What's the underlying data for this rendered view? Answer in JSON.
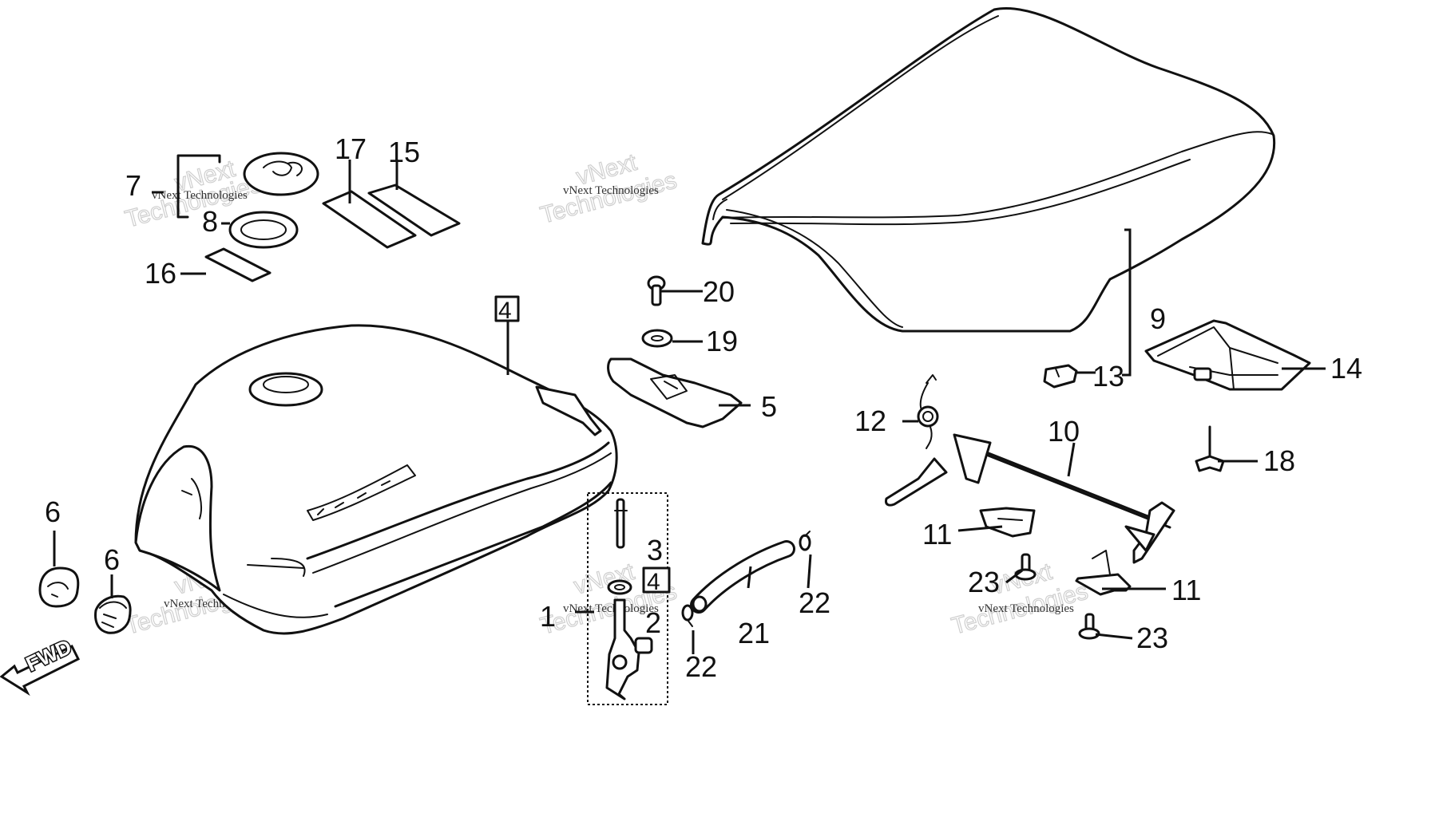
{
  "diagram": {
    "watermark_text_small": "vNext Technologies",
    "watermark_text_large_1": "vNext",
    "watermark_text_large_2": "Technologies",
    "fwd_label": "FWD",
    "callouts": {
      "c1": "1",
      "c2": "2",
      "c3": "3",
      "c4": "4",
      "c5": "5",
      "c6a": "6",
      "c6b": "6",
      "c7": "7",
      "c8": "8",
      "c9": "9",
      "c10": "10",
      "c11a": "11",
      "c11b": "11",
      "c12": "12",
      "c13": "13",
      "c14": "14",
      "c15": "15",
      "c16": "16",
      "c17": "17",
      "c18": "18",
      "c19": "19",
      "c20": "20",
      "c21": "21",
      "c22a": "22",
      "c22b": "22",
      "c23a": "23",
      "c23b": "23"
    },
    "boxed_callouts": {
      "b4a": "4",
      "b4b": "4"
    },
    "icons": [
      "fuel-tank-icon",
      "seat-icon",
      "fuel-cock-icon",
      "fuel-hose-icon",
      "seat-lock-icon",
      "spring-icon",
      "tray-icon",
      "emblem-icon",
      "cap-icon",
      "clip-icon",
      "bolt-icon",
      "washer-icon",
      "bracket-icon",
      "fwd-arrow-icon"
    ]
  }
}
